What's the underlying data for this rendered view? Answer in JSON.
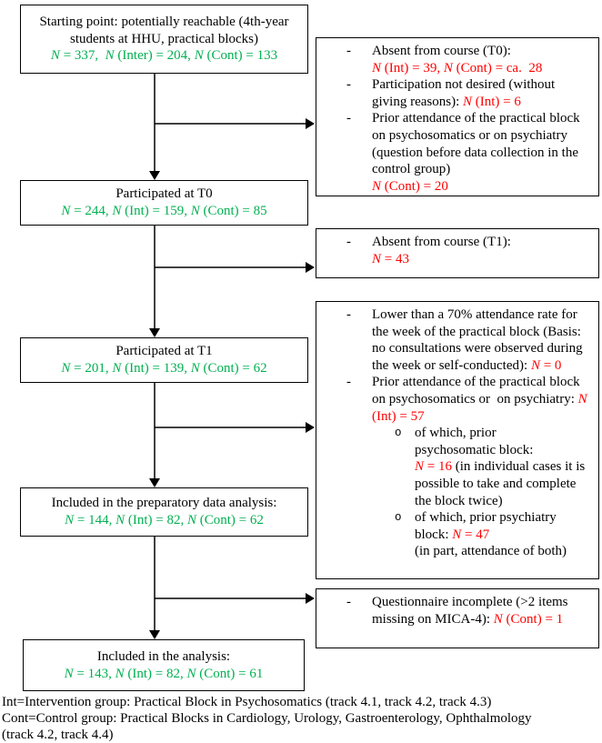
{
  "colors": {
    "green": "#00B050",
    "red": "#FF0000",
    "black": "#000000",
    "line": "#000000"
  },
  "flow_boxes": [
    {
      "key": "start",
      "title": "Starting point: potentially reachable (4th-year students at HHU, practical blocks)",
      "stats": "N = 337,  N (Inter) = 204, N (Cont) = 133"
    },
    {
      "key": "t0",
      "title": "Participated at T0",
      "stats": "N = 244, N (Int) = 159, N (Cont) = 85"
    },
    {
      "key": "t1",
      "title": "Participated at T1",
      "stats": "N = 201, N (Int) = 139, N (Cont) = 62"
    },
    {
      "key": "prep",
      "title": "Included in the preparatory data analysis:",
      "stats": "N = 144, N (Int) = 82, N (Cont) = 62"
    },
    {
      "key": "final",
      "title": "Included in the analysis:",
      "stats": "N = 143, N (Int) = 82, N (Cont) = 61"
    }
  ],
  "exclusion_boxes": [
    {
      "key": "excluded-at-t0",
      "items": [
        {
          "level": 1,
          "marker": "-",
          "segments": [
            {
              "text": "Absent from course (T0):\n",
              "color": "black"
            },
            {
              "text": "N (Int) = 39, N (Cont) = ca.  28",
              "color": "red"
            }
          ]
        },
        {
          "level": 1,
          "marker": "-",
          "segments": [
            {
              "text": "Participation not desired (without giving reasons): ",
              "color": "black"
            },
            {
              "text": "N (Int) = 6",
              "color": "red"
            }
          ]
        },
        {
          "level": 1,
          "marker": "-",
          "segments": [
            {
              "text": "Prior attendance of the practical block on psychosomatics or on psychiatry (question before data collection in the control group)\n",
              "color": "black"
            },
            {
              "text": "N (Cont) = 20",
              "color": "red"
            }
          ]
        }
      ]
    },
    {
      "key": "excluded-at-t1",
      "items": [
        {
          "level": 1,
          "marker": "-",
          "segments": [
            {
              "text": "Absent from course (T1):\n",
              "color": "black"
            },
            {
              "text": "N = 43",
              "color": "red"
            }
          ]
        }
      ]
    },
    {
      "key": "excluded-attendance",
      "items": [
        {
          "level": 1,
          "marker": "-",
          "segments": [
            {
              "text": "Lower than a 70% attendance rate for the week of the practical block (Basis: no consultations were observed during the week or self-conducted): ",
              "color": "black"
            },
            {
              "text": "N = 0",
              "color": "red"
            }
          ]
        },
        {
          "level": 1,
          "marker": "-",
          "segments": [
            {
              "text": "Prior attendance of the practical block on psychosomatics or  on psychiatry: ",
              "color": "black"
            },
            {
              "text": "N (Int) = 57",
              "color": "red"
            }
          ]
        },
        {
          "level": 2,
          "marker": "o",
          "segments": [
            {
              "text": "of which, prior\npsychosomatic block:\n",
              "color": "black"
            },
            {
              "text": "N = 16",
              "color": "red"
            },
            {
              "text": " (in individual cases it is possible to take and complete the block twice)",
              "color": "black"
            }
          ]
        },
        {
          "level": 2,
          "marker": "o",
          "segments": [
            {
              "text": "of which, prior psychiatry\nblock: ",
              "color": "black"
            },
            {
              "text": "N = 47",
              "color": "red"
            },
            {
              "text": "\n(in part, attendance of both)",
              "color": "black"
            }
          ]
        }
      ]
    },
    {
      "key": "excluded-questionnaire",
      "items": [
        {
          "level": 1,
          "marker": "-",
          "segments": [
            {
              "text": "Questionnaire incomplete (>2 items missing on MICA-4): ",
              "color": "black"
            },
            {
              "text": "N (Cont) = 1",
              "color": "red"
            }
          ]
        }
      ]
    }
  ],
  "footnote": {
    "lines": [
      "Int=Intervention group: Practical Block in Psychosomatics (track 4.1, track 4.2, track 4.3)",
      "Cont=Control group: Practical Blocks in Cardiology, Urology, Gastroenterology, Ophthalmology",
      "(track 4.2, track 4.4)"
    ]
  }
}
